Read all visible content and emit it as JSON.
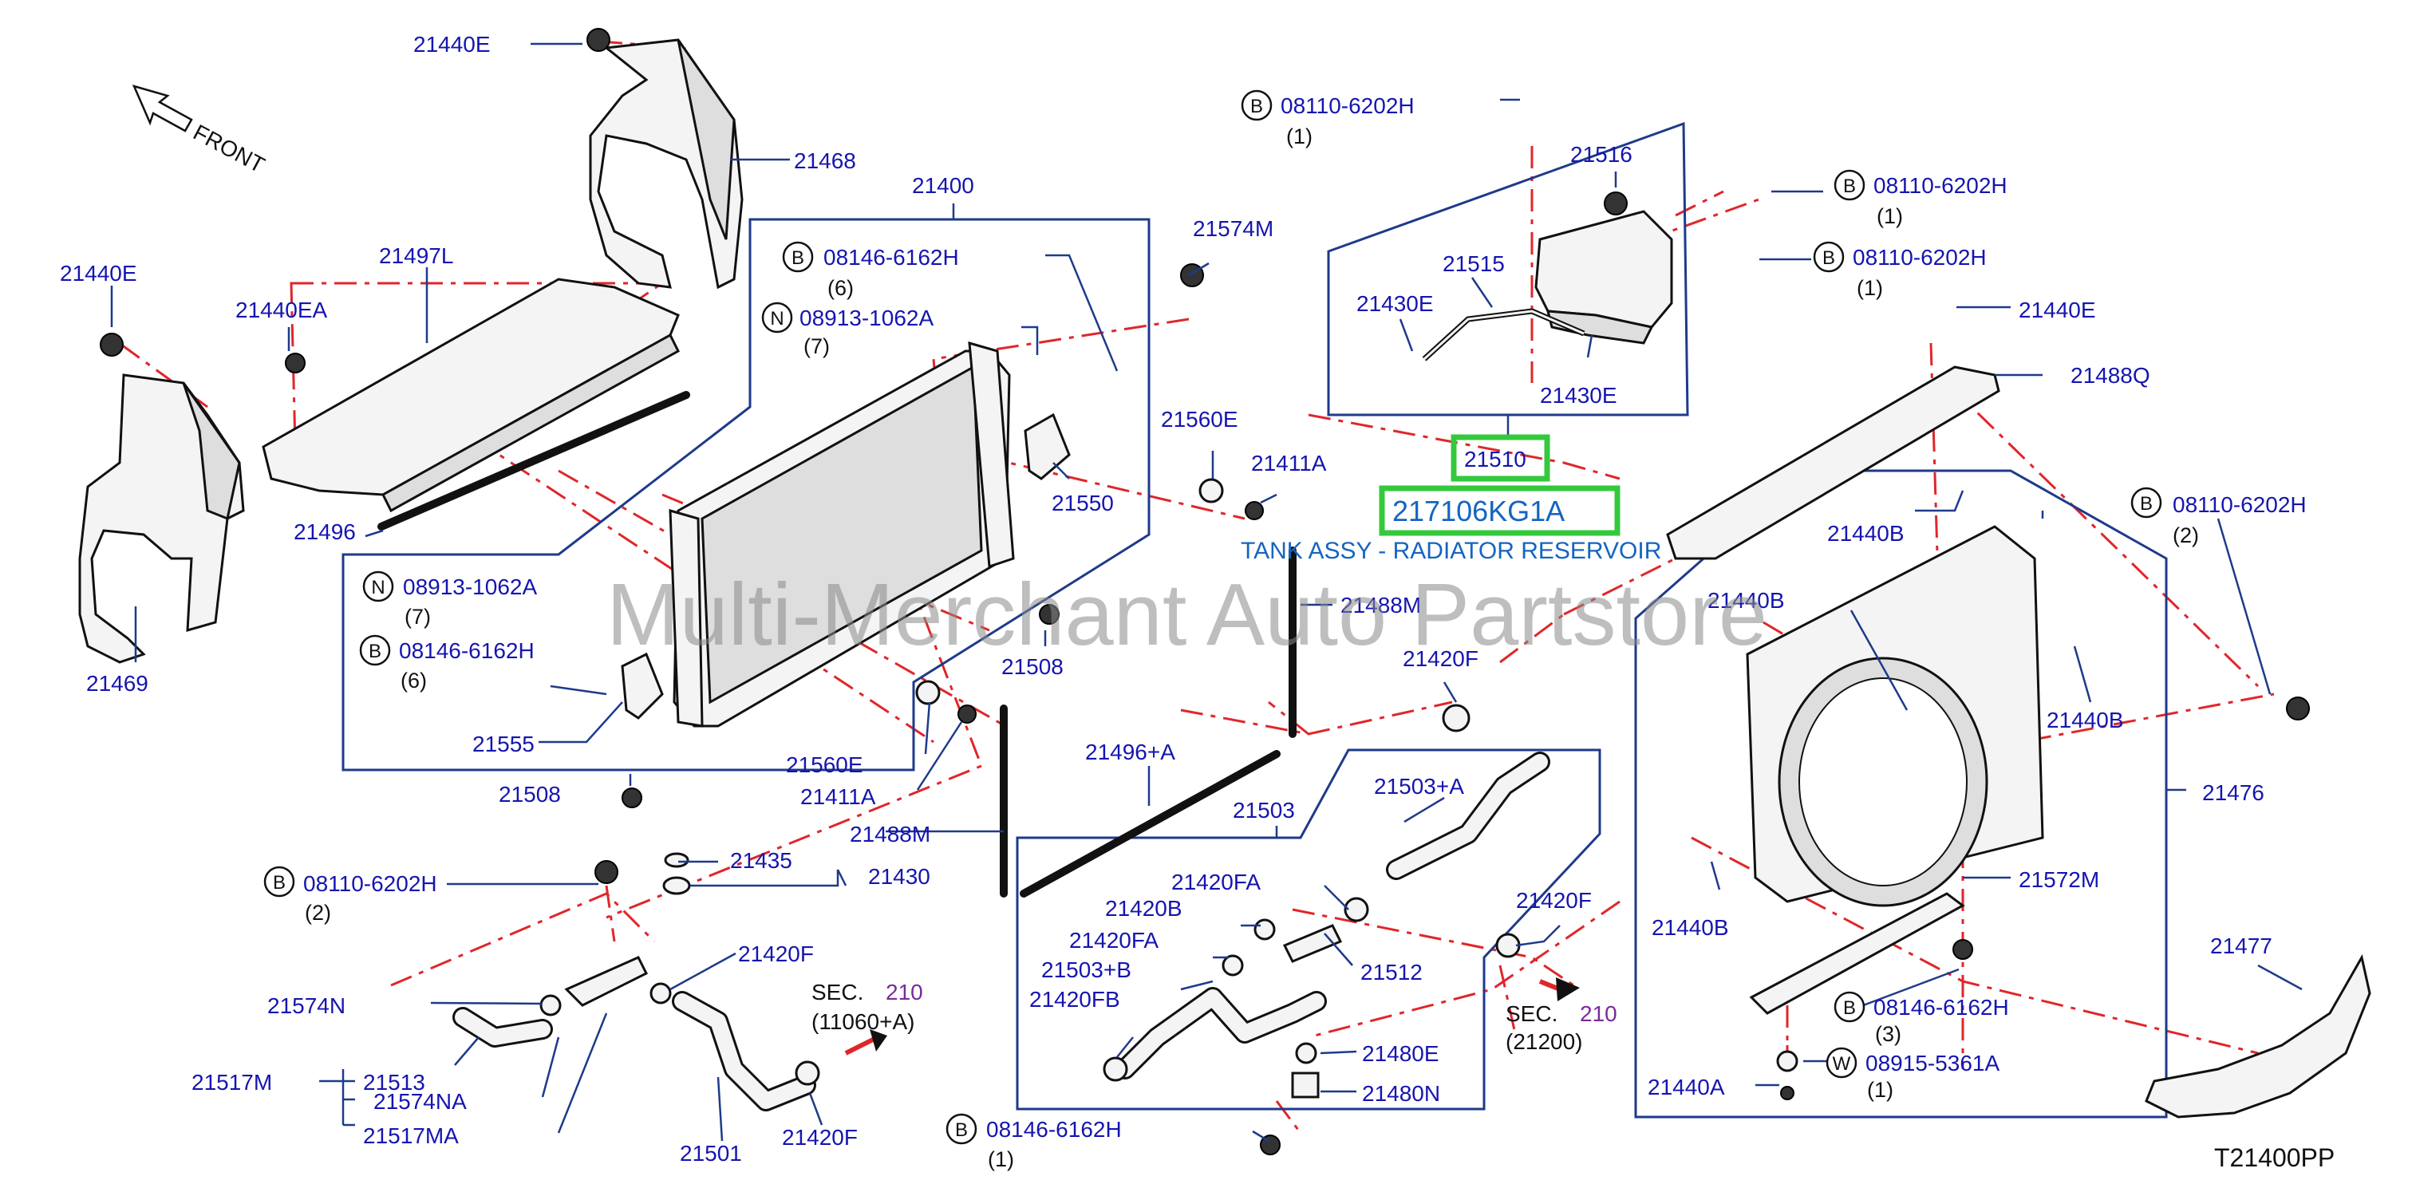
{
  "diagram": {
    "front_label": "FRONT",
    "watermark": "Multi-Merchant Auto Partstore",
    "diagram_code": "T21400PP",
    "highlight": {
      "part_number": "217106KG1A",
      "description": "TANK ASSY - RADIATOR RESERVOIR",
      "ref": "21510"
    },
    "box_labels": [
      "21400",
      "21503",
      "21476"
    ],
    "labels": [
      {
        "text": "21440E"
      },
      {
        "text": "21468"
      },
      {
        "text": "21497L"
      },
      {
        "text": "21440E"
      },
      {
        "text": "21440EA"
      },
      {
        "text": "21496"
      },
      {
        "text": "21469"
      },
      {
        "text": "08146-6162H"
      },
      {
        "text": "08913-1062A"
      },
      {
        "text": "21574M"
      },
      {
        "text": "08110-6202H"
      },
      {
        "text": "21516"
      },
      {
        "text": "21515"
      },
      {
        "text": "21430E"
      },
      {
        "text": "21430E"
      },
      {
        "text": "08110-6202H"
      },
      {
        "text": "08110-6202H"
      },
      {
        "text": "21440E"
      },
      {
        "text": "21488Q"
      },
      {
        "text": "21560E"
      },
      {
        "text": "21411A"
      },
      {
        "text": "21550"
      },
      {
        "text": "08913-1062A"
      },
      {
        "text": "08146-6162H"
      },
      {
        "text": "21555"
      },
      {
        "text": "21508"
      },
      {
        "text": "21508"
      },
      {
        "text": "21560E"
      },
      {
        "text": "21411A"
      },
      {
        "text": "21488M"
      },
      {
        "text": "21488M"
      },
      {
        "text": "21420F"
      },
      {
        "text": "21496+A"
      },
      {
        "text": "21503+A"
      },
      {
        "text": "21440B"
      },
      {
        "text": "21440B"
      },
      {
        "text": "21440B"
      },
      {
        "text": "08110-6202H"
      },
      {
        "text": "08110-6202H"
      },
      {
        "text": "21435"
      },
      {
        "text": "21430"
      },
      {
        "text": "21420FA"
      },
      {
        "text": "21420B"
      },
      {
        "text": "21420FA"
      },
      {
        "text": "21503+B"
      },
      {
        "text": "21420FB"
      },
      {
        "text": "21512"
      },
      {
        "text": "21420F"
      },
      {
        "text": "21574N"
      },
      {
        "text": "21420F"
      },
      {
        "text": "21513"
      },
      {
        "text": "21574NA"
      },
      {
        "text": "21517MA"
      },
      {
        "text": "21517M"
      },
      {
        "text": "21501"
      },
      {
        "text": "21420F"
      },
      {
        "text": "21480E"
      },
      {
        "text": "21480N"
      },
      {
        "text": "08146-6162H"
      },
      {
        "text": "21572M"
      },
      {
        "text": "21440B"
      },
      {
        "text": "08146-6162H"
      },
      {
        "text": "08915-5361A"
      },
      {
        "text": "21440A"
      },
      {
        "text": "21477"
      }
    ],
    "quantities": [
      "(1)",
      "(6)",
      "(7)",
      "(1)",
      "(1)",
      "(7)",
      "(6)",
      "(2)",
      "(2)",
      "(1)",
      "(3)",
      "(1)"
    ],
    "circle_letters": [
      "B",
      "B",
      "N",
      "B",
      "B",
      "N",
      "B",
      "B",
      "B",
      "B",
      "B",
      "W"
    ],
    "sec_refs": [
      {
        "sec": "SEC.",
        "num": "210",
        "sub": "(11060+A)"
      },
      {
        "sec": "SEC.",
        "num": "210",
        "sub": "(21200)"
      }
    ]
  }
}
